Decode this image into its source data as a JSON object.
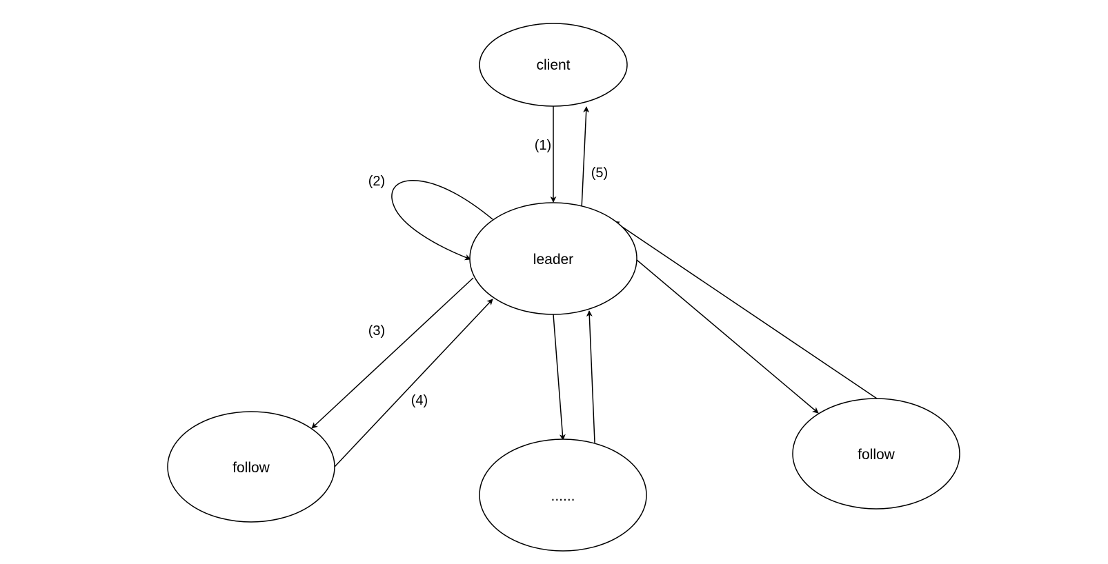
{
  "diagram": {
    "nodes": {
      "client": "client",
      "leader": "leader",
      "follow_left": "follow",
      "middle": "......",
      "follow_right": "follow"
    },
    "edge_labels": {
      "step1": "(1)",
      "step2": "(2)",
      "step3": "(3)",
      "step4": "(4)",
      "step5": "(5)"
    },
    "colors": {
      "stroke": "#000000",
      "background": "#ffffff"
    }
  }
}
